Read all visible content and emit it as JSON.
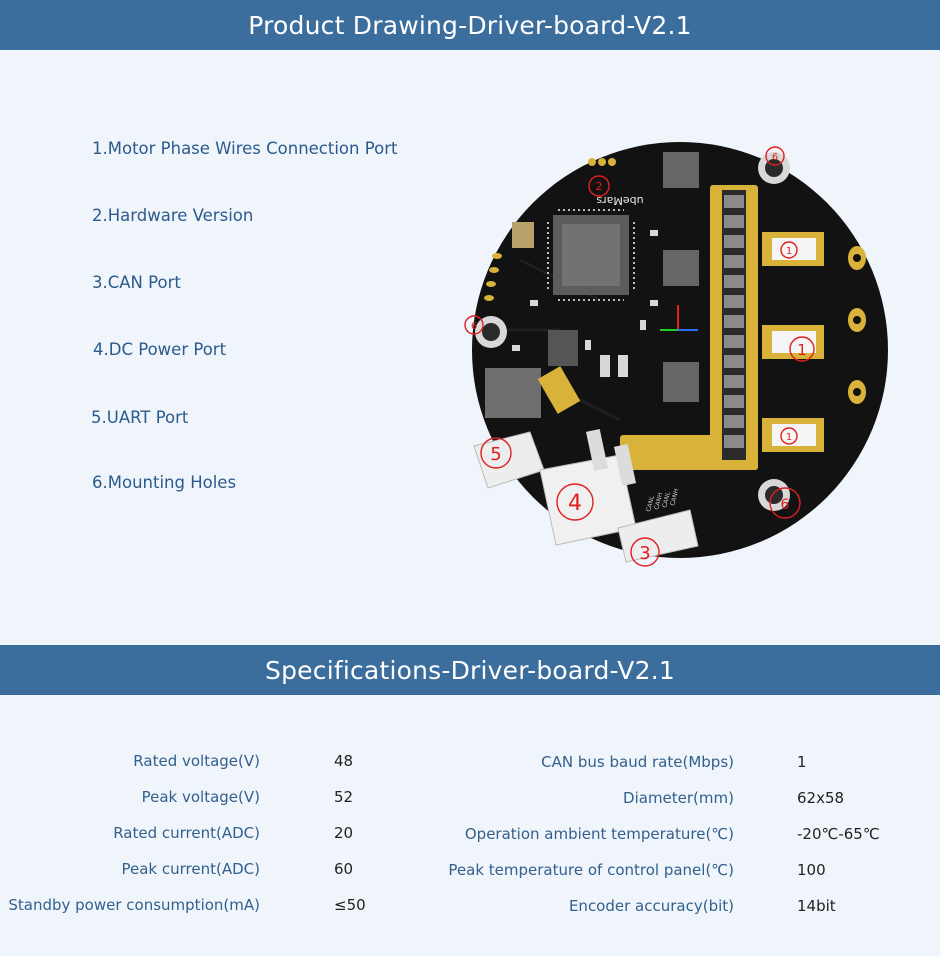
{
  "drawing": {
    "title": "Product Drawing-Driver-board-V2.1",
    "legend": [
      "1.Motor Phase Wires Connection Port",
      "2.Hardware Version",
      "3.CAN Port",
      "4.DC Power Port",
      "5.UART Port",
      "6.Mounting Holes"
    ],
    "board": {
      "silkscreen_logo": "ubeMars",
      "callouts": [
        "1",
        "1",
        "1",
        "2",
        "3",
        "4",
        "5",
        "6",
        "6",
        "6"
      ],
      "can_pins": [
        "CANL",
        "CANH",
        "CANL",
        "CANH"
      ]
    }
  },
  "specs": {
    "title": "Specifications-Driver-board-V2.1",
    "left": [
      {
        "label": "Rated voltage(V)",
        "value": "48"
      },
      {
        "label": "Peak voltage(V)",
        "value": "52"
      },
      {
        "label": "Rated current(ADC)",
        "value": "20"
      },
      {
        "label": "Peak current(ADC)",
        "value": "60"
      },
      {
        "label": "Standby power consumption(mA)",
        "value": "≤50"
      }
    ],
    "right": [
      {
        "label": "CAN bus baud rate(Mbps)",
        "value": "1"
      },
      {
        "label": "Diameter(mm)",
        "value": "62x58"
      },
      {
        "label": "Operation ambient temperature(℃)",
        "value": "-20℃-65℃"
      },
      {
        "label": "Peak temperature of control panel(℃)",
        "value": "100"
      },
      {
        "label": "Encoder accuracy(bit)",
        "value": "14bit"
      }
    ]
  },
  "colors": {
    "band": "#3b6d9d",
    "page_bg": "#eff5fb",
    "legend_text": "#2c5a8c",
    "spec_label_text": "#335f8d",
    "callout_red": "#e02020",
    "pcb_black": "#111111",
    "copper_gold": "#d9b23a"
  }
}
